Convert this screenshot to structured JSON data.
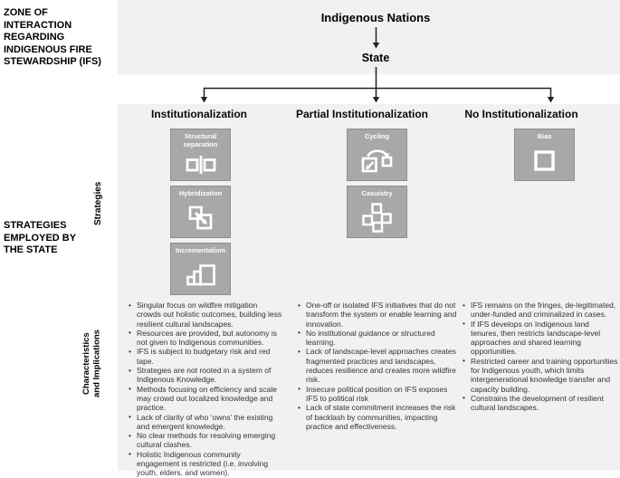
{
  "zone_label": "ZONE OF\nINTERACTION\nREGARDING\nINDIGENOUS FIRE\nSTEWARDSHIP (IFS)",
  "flow": {
    "top_node": "Indigenous Nations",
    "bottom_node": "State"
  },
  "side": {
    "strategies_heading": "STRATEGIES\nEMPLOYED BY\nTHE STATE",
    "strategies_axis": "Strategies",
    "characteristics_axis": "Characteristics\nand Implications"
  },
  "colors": {
    "panel_bg": "#f1f1f1",
    "strategy_box_bg": "#a8a8a8",
    "strategy_box_border": "#8d8d8d",
    "icon_stroke": "#ffffff",
    "connector": "#222222"
  },
  "columns": [
    {
      "header": "Institutionalization",
      "strategies": [
        {
          "label": "Structural\nseparation",
          "icon": "structural-separation-icon"
        },
        {
          "label": "Hybridization",
          "icon": "hybridization-icon"
        },
        {
          "label": "Incrementalism",
          "icon": "incrementalism-icon"
        }
      ],
      "bullets": [
        "Singular focus on wildfire mitigation crowds out holistic outcomes, building less resilient cultural landscapes.",
        "Resources are provided, but autonomy is not given to Indigenous communities.",
        "IFS is subject to budgetary risk and red tape.",
        "Strategies are not rooted in a system of Indigenous Knowledge.",
        "Methods focusing on efficiency and scale may crowd out localized knowledge and practice.",
        "Lack of clarity of who ‘owns’ the existing and emergent knowledge.",
        "No clear methods for resolving emerging cultural clashes.",
        "Holistic Indigenous community engagement is restricted (i.e. involving youth, elders, and women)."
      ]
    },
    {
      "header": "Partial Institutionalization",
      "strategies": [
        {
          "label": "Cycling",
          "icon": "cycling-icon"
        },
        {
          "label": "Casuistry",
          "icon": "casuistry-icon"
        }
      ],
      "bullets": [
        "One-off or isolated IFS initiatives that do not transform the system or enable learning and innovation.",
        "No institutional guidance or structured learning.",
        "Lack of landscape-level approaches creates fragmented practices and landscapes, reduces resilience and creates more wildfire risk.",
        "Insecure political position on IFS exposes IFS to political risk",
        "Lack of state commitment increases the risk of backlash by communities, impacting practice and effectiveness."
      ]
    },
    {
      "header": "No Institutionalization",
      "strategies": [
        {
          "label": "Bias",
          "icon": "bias-icon"
        }
      ],
      "bullets": [
        "IFS remains on the fringes, de-legitimated, under-funded and criminalized in cases.",
        "If IFS develops on Indigenous land tenures, then restricts landscape-level approaches and shared learning opportunities.",
        "Restricted career and training opportunities for Indigenous youth, which limits intergenerational knowledge transfer and capacity building.",
        "Constrains the development of resilient cultural landscapes."
      ]
    }
  ]
}
